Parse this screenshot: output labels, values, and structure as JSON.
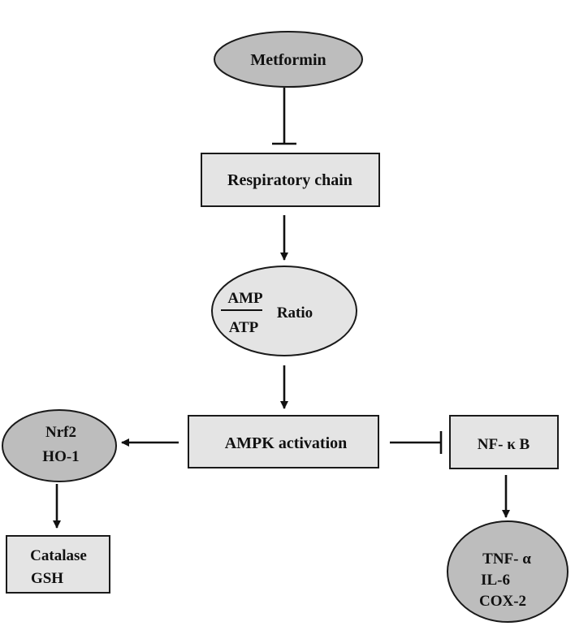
{
  "nodes": {
    "metformin": {
      "label": "Metformin"
    },
    "respiratory_chain": {
      "label": "Respiratory chain"
    },
    "amp_atp_ratio": {
      "numerator": "AMP",
      "denominator": "ATP",
      "suffix": "Ratio"
    },
    "ampk_activation": {
      "label": "AMPK activation"
    },
    "nrf2_ho1": {
      "lines": [
        "Nrf2",
        "HO-1"
      ]
    },
    "catalase_gsh": {
      "lines": [
        "Catalase",
        "GSH"
      ]
    },
    "nfkb": {
      "label": "NF- κ B"
    },
    "cytokines": {
      "lines": [
        "TNF- α",
        "IL-6",
        "COX-2"
      ]
    }
  },
  "edges": [
    {
      "from": "Metformin",
      "to": "Respiratory chain",
      "type": "inhibition"
    },
    {
      "from": "Respiratory chain",
      "to": "AMP/ATP Ratio",
      "type": "activation"
    },
    {
      "from": "AMP/ATP Ratio",
      "to": "AMPK activation",
      "type": "activation"
    },
    {
      "from": "AMPK activation",
      "to": "Nrf2 HO-1",
      "type": "activation"
    },
    {
      "from": "AMPK activation",
      "to": "NF- κ B",
      "type": "inhibition"
    },
    {
      "from": "Nrf2 HO-1",
      "to": "Catalase GSH",
      "type": "activation"
    },
    {
      "from": "NF- κ B",
      "to": "TNF- α IL-6 COX-2",
      "type": "activation"
    }
  ],
  "colors": {
    "dark_fill": "#bdbdbd",
    "light_fill": "#e4e4e4",
    "stroke": "#1a1a1a"
  }
}
